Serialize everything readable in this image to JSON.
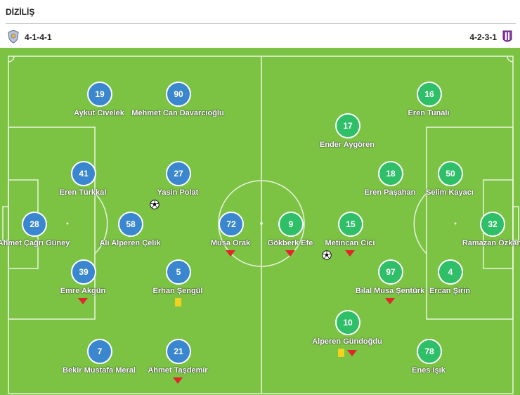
{
  "header": {
    "title": "DİZİLİŞ"
  },
  "home": {
    "formation": "4-1-4-1",
    "color": "#3a87cf"
  },
  "away": {
    "formation": "4-2-3-1",
    "color": "#2fbf68"
  },
  "players": [
    {
      "num": "19",
      "name": "Aykut Civelek",
      "team": "home",
      "events": []
    },
    {
      "num": "90",
      "name": "Mehmet Can Davarcıoğlu",
      "team": "home",
      "events": []
    },
    {
      "num": "41",
      "name": "Eren Türkkal",
      "team": "home",
      "events": []
    },
    {
      "num": "27",
      "name": "Yasin Polat",
      "team": "home",
      "events": [
        "goal"
      ]
    },
    {
      "num": "28",
      "name": "Ahmet Çağrı Güney",
      "team": "home",
      "events": []
    },
    {
      "num": "58",
      "name": "Ali Alperen Çelik",
      "team": "home",
      "events": []
    },
    {
      "num": "72",
      "name": "Musa Orak",
      "team": "home",
      "events": [
        "sub"
      ]
    },
    {
      "num": "39",
      "name": "Emre Akgün",
      "team": "home",
      "events": [
        "sub"
      ]
    },
    {
      "num": "5",
      "name": "Erhan Şengül",
      "team": "home",
      "events": [
        "yellow"
      ]
    },
    {
      "num": "7",
      "name": "Bekir Mustafa Meral",
      "team": "home",
      "events": []
    },
    {
      "num": "21",
      "name": "Ahmet Taşdemir",
      "team": "home",
      "events": [
        "sub"
      ]
    },
    {
      "num": "16",
      "name": "Eren Tunalı",
      "team": "away",
      "events": []
    },
    {
      "num": "17",
      "name": "Ender Aygören",
      "team": "away",
      "events": []
    },
    {
      "num": "18",
      "name": "Eren Paşahan",
      "team": "away",
      "events": []
    },
    {
      "num": "50",
      "name": "Selim Kayacı",
      "team": "away",
      "events": []
    },
    {
      "num": "9",
      "name": "Gökberk Efe",
      "team": "away",
      "events": [
        "sub"
      ]
    },
    {
      "num": "15",
      "name": "Metincan Cici",
      "team": "away",
      "events": [
        "goal",
        "sub"
      ]
    },
    {
      "num": "32",
      "name": "Ramazan Özkan",
      "team": "away",
      "events": []
    },
    {
      "num": "97",
      "name": "Bilal Musa Şentürk",
      "team": "away",
      "events": [
        "sub"
      ]
    },
    {
      "num": "4",
      "name": "Ercan Şirin",
      "team": "away",
      "events": []
    },
    {
      "num": "10",
      "name": "Alperen Gündoğdu",
      "team": "away",
      "events": [
        "yellow",
        "sub"
      ]
    },
    {
      "num": "78",
      "name": "Enes Işık",
      "team": "away",
      "events": []
    }
  ]
}
